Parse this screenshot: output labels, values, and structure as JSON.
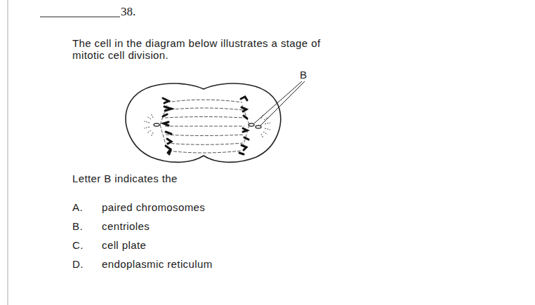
{
  "diagram": {
    "labels": [
      "38.",
      "The cell in the diagram below illustrates a stage of mitotic cell division.",
      "B",
      "Letter B indicates the",
      "A.",
      "paired chromosomes",
      "B.",
      "centrioles",
      "C.",
      "cell plate",
      "D.",
      "endoplasmic reticulum"
    ]
  }
}
